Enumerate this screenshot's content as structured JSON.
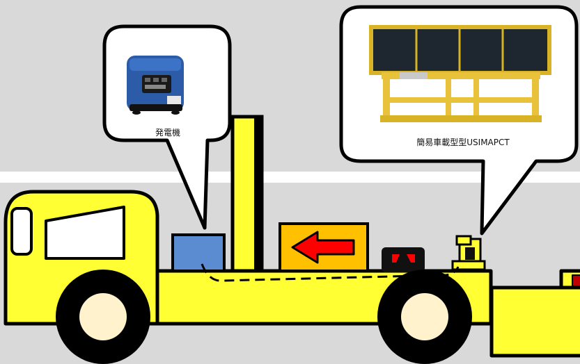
{
  "callouts": {
    "generator": {
      "label": "発電機",
      "photo_icon": "portable-generator-photo"
    },
    "device": {
      "label": "簡易車載型型USIMAPCT",
      "photo_icon": "yellow-frame-solar-panel-photo"
    }
  },
  "truck": {
    "arrow_direction": "left",
    "cable_style": "dashed"
  },
  "colors": {
    "background": "#d9d9d9",
    "lane_line": "#ffffff",
    "truck_yellow": "#ffff33",
    "outline": "#000000",
    "generator_box": "#5b8bd0",
    "arrow_board": "#ffc000",
    "arrow": "#ff0000",
    "panel_frame": "#e7c23a",
    "panel_cells": "#1e2630",
    "generator_body": "#2c5ca8"
  }
}
